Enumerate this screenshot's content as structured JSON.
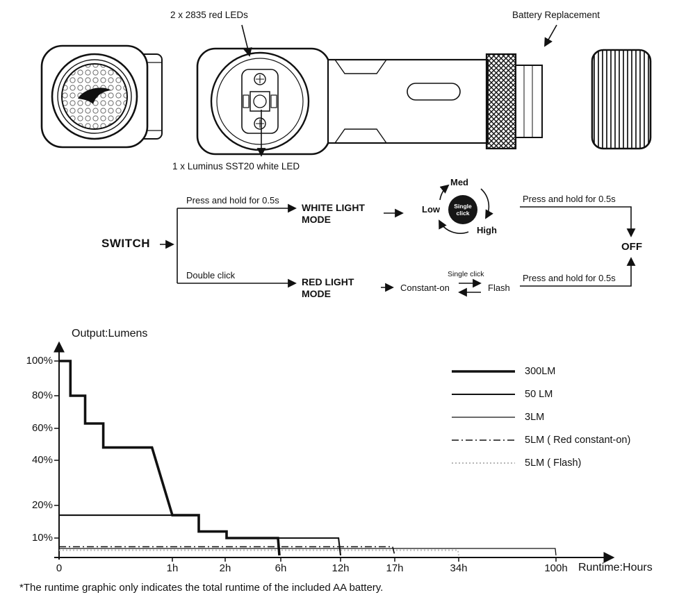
{
  "page": {
    "background": "#ffffff",
    "ink": "#111111",
    "muted": "#b5b5b5"
  },
  "callouts": {
    "red_leds": "2 x 2835 red LEDs",
    "battery_replacement": "Battery Replacement",
    "white_led": "1 x Luminus SST20 white LED"
  },
  "flow": {
    "switch_label": "SWITCH",
    "press_hold_top": "Press and hold for 0.5s",
    "double_click": "Double click",
    "white_mode_line1": "WHITE LIGHT",
    "white_mode_line2": "MODE",
    "red_mode_line1": "RED LIGHT",
    "red_mode_line2": "MODE",
    "cycle": {
      "center_line1": "Single",
      "center_line2": "click",
      "low": "Low",
      "med": "Med",
      "high": "High"
    },
    "press_hold_white": "Press and hold for 0.5s",
    "press_hold_red": "Press and hold for 0.5s",
    "constant_on": "Constant-on",
    "single_click": "Single click",
    "flash": "Flash",
    "off": "OFF"
  },
  "chart_data": {
    "type": "line",
    "title": "",
    "ylabel": "Output:Lumens",
    "xlabel": "Runtime:Hours",
    "x_ticks": [
      "0",
      "1h",
      "2h",
      "6h",
      "12h",
      "17h",
      "34h",
      "100h"
    ],
    "x_tick_hours": [
      0,
      1,
      2,
      6,
      12,
      17,
      34,
      100
    ],
    "y_ticks": [
      "100%",
      "80%",
      "60%",
      "40%",
      "20%",
      "10%"
    ],
    "y_tick_values": [
      100,
      80,
      60,
      40,
      20,
      10
    ],
    "axis_note": "x axis is non-linear; values in hours, y in percent of max output",
    "series": [
      {
        "name": "300LM",
        "style": "thick",
        "points": [
          [
            0,
            100
          ],
          [
            0.1,
            100
          ],
          [
            0.1,
            80
          ],
          [
            0.23,
            80
          ],
          [
            0.23,
            63
          ],
          [
            0.39,
            63
          ],
          [
            0.39,
            48
          ],
          [
            0.82,
            48
          ],
          [
            1,
            17
          ],
          [
            1.5,
            17
          ],
          [
            1.5,
            12
          ],
          [
            2.1,
            12
          ],
          [
            2.1,
            10
          ],
          [
            5.8,
            10
          ],
          [
            5.9,
            0
          ]
        ]
      },
      {
        "name": "50 LM",
        "style": "medium",
        "points": [
          [
            0,
            17
          ],
          [
            1.5,
            17
          ],
          [
            1.5,
            12
          ],
          [
            2.1,
            12
          ],
          [
            2.1,
            10
          ],
          [
            11.8,
            10
          ],
          [
            12,
            0
          ]
        ]
      },
      {
        "name": "3LM",
        "style": "thin",
        "points": [
          [
            0,
            4
          ],
          [
            99.5,
            4
          ],
          [
            100,
            0
          ]
        ]
      },
      {
        "name": "5LM ( Red constant-on)",
        "style": "dashdot",
        "points": [
          [
            0,
            5
          ],
          [
            16.8,
            5
          ],
          [
            17,
            0
          ]
        ]
      },
      {
        "name": "5LM ( Flash)",
        "style": "dotted",
        "points": [
          [
            0,
            3
          ],
          [
            33.8,
            3
          ],
          [
            34,
            0
          ]
        ]
      }
    ],
    "legend_position": "right",
    "grid": false,
    "footnote": "*The runtime graphic only indicates the total runtime of the included AA battery."
  }
}
